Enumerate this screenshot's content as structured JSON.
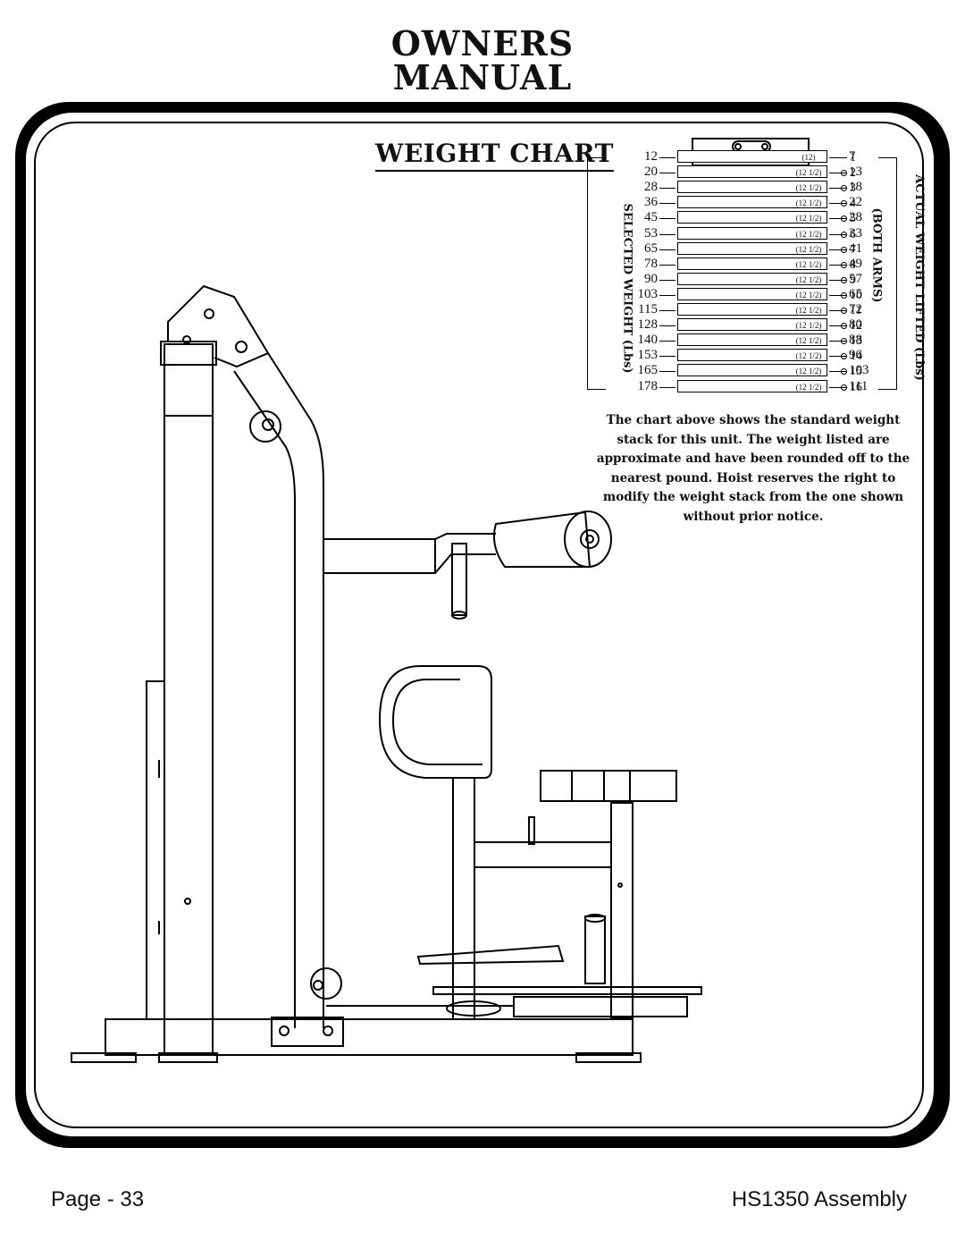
{
  "header": {
    "line1": "OWNERS",
    "line2": "MANUAL"
  },
  "chart": {
    "title": "WEIGHT CHART",
    "left_label": "SELECTED WEIGHT (Lbs)",
    "right_label_1": "ACTUAL WEIGHT LIFTED (Lbs)",
    "right_label_2": "(BOTH ARMS)",
    "rows": [
      {
        "selected": "12",
        "plate_weight": "(12)",
        "plate": "1",
        "actual": "7"
      },
      {
        "selected": "20",
        "plate_weight": "(12 1/2)",
        "plate": "2",
        "actual": "13"
      },
      {
        "selected": "28",
        "plate_weight": "(12 1/2)",
        "plate": "3",
        "actual": "18"
      },
      {
        "selected": "36",
        "plate_weight": "(12 1/2)",
        "plate": "4",
        "actual": "22"
      },
      {
        "selected": "45",
        "plate_weight": "(12 1/2)",
        "plate": "5",
        "actual": "28"
      },
      {
        "selected": "53",
        "plate_weight": "(12 1/2)",
        "plate": "6",
        "actual": "33"
      },
      {
        "selected": "65",
        "plate_weight": "(12 1/2)",
        "plate": "7",
        "actual": "41"
      },
      {
        "selected": "78",
        "plate_weight": "(12 1/2)",
        "plate": "8",
        "actual": "49"
      },
      {
        "selected": "90",
        "plate_weight": "(12 1/2)",
        "plate": "9",
        "actual": "57"
      },
      {
        "selected": "103",
        "plate_weight": "(12 1/2)",
        "plate": "10",
        "actual": "65"
      },
      {
        "selected": "115",
        "plate_weight": "(12 1/2)",
        "plate": "11",
        "actual": "72"
      },
      {
        "selected": "128",
        "plate_weight": "(12 1/2)",
        "plate": "12",
        "actual": "80"
      },
      {
        "selected": "140",
        "plate_weight": "(12 1/2)",
        "plate": "13",
        "actual": "88"
      },
      {
        "selected": "153",
        "plate_weight": "(12 1/2)",
        "plate": "14",
        "actual": "96"
      },
      {
        "selected": "165",
        "plate_weight": "(12 1/2)",
        "plate": "15",
        "actual": "103"
      },
      {
        "selected": "178",
        "plate_weight": "(12 1/2)",
        "plate": "16",
        "actual": "111"
      }
    ],
    "note": "The chart above shows the standard weight stack for this unit.  The weight listed are approximate and have been rounded off to the nearest pound.  Hoist reserves the right to modify the weight stack from the one shown without prior notice."
  },
  "footer": {
    "page": "Page - 33",
    "model": "HS1350 Assembly"
  }
}
